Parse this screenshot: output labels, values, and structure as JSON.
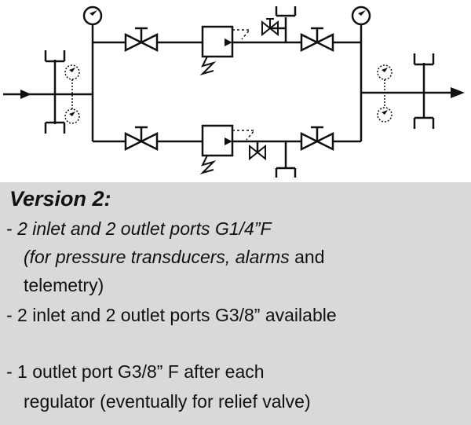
{
  "diagram": {
    "description_free": true,
    "icons": [
      "pressure-gauge-icon",
      "valve-icon",
      "regulator-icon",
      "spring-icon",
      "port-icon",
      "inlet-arrow-icon",
      "outlet-arrow-icon"
    ]
  },
  "text": {
    "title": "Version 2:",
    "line1": {
      "prefix": "- ",
      "italic": "2 inlet and 2 outlet ports G1/4”F"
    },
    "line2": {
      "italic1": "(for pressure transducers, alarms",
      "normal": " and"
    },
    "line3": "telemetry)",
    "line4": "- 2 inlet and 2 outlet ports G3/8” available",
    "line5": {
      "normal1": "- 1 outlet port G3/8” ",
      "normal2": "F after each"
    },
    "line6": "regulator (eventually for relief valve)"
  }
}
